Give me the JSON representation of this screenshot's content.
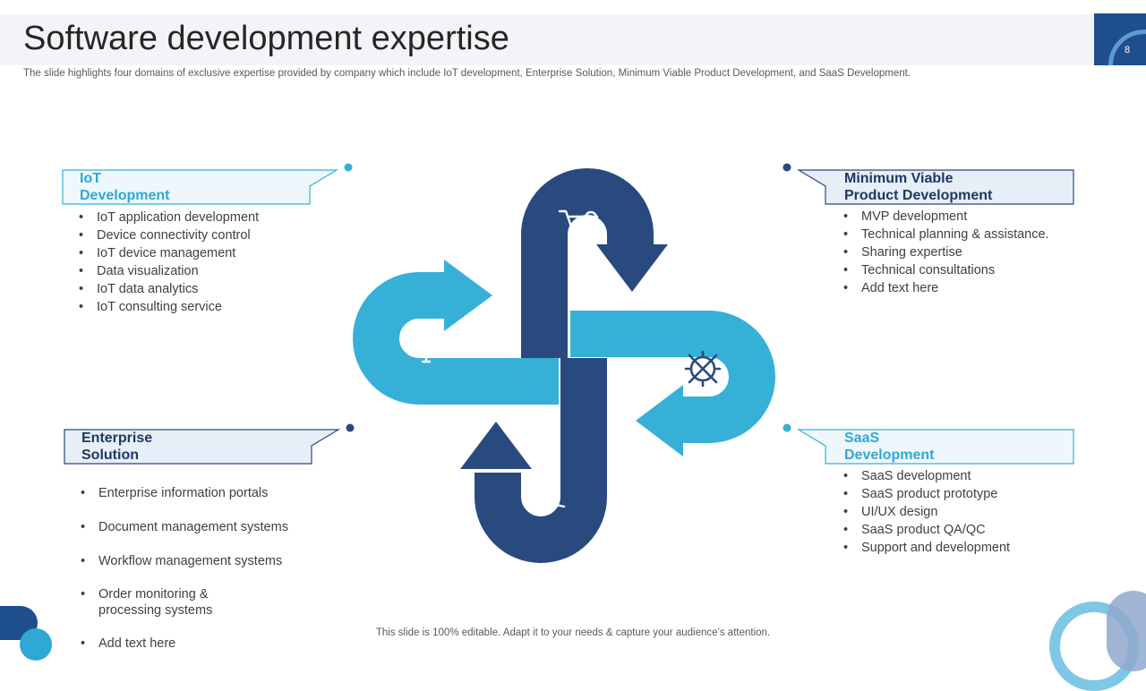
{
  "header": {
    "title": "Software development expertise",
    "subtitle": "The slide highlights four domains of exclusive expertise provided by company which include IoT development, Enterprise Solution, Minimum Viable Product Development, and SaaS Development.",
    "page_number": "8"
  },
  "colors": {
    "dark_blue": "#284a7e",
    "light_blue": "#37b0d8",
    "box_light_fill": "#eef8fc",
    "box_dark_fill": "#e7eef7"
  },
  "icons": {
    "top": "shopping-cart-search-icon",
    "left": "gear-brain-bulb-icon",
    "right": "wrench-screwdriver-gear-icon",
    "bottom": "lightbulb-magnifier-icon"
  },
  "sections": {
    "iot": {
      "title": "IoT\nDevelopment",
      "items": [
        "IoT application development",
        "Device connectivity control",
        "IoT device management",
        "Data visualization",
        "IoT data analytics",
        "IoT consulting service"
      ]
    },
    "mvp": {
      "title": "Minimum Viable\nProduct Development",
      "items": [
        "MVP development",
        "Technical planning & assistance.",
        "Sharing expertise",
        "Technical consultations",
        "Add text here"
      ]
    },
    "enterprise": {
      "title": "Enterprise\nSolution",
      "items": [
        "Enterprise information portals",
        "Document management systems",
        "Workflow management systems",
        "Order monitoring &\nprocessing systems",
        "Add text here"
      ]
    },
    "saas": {
      "title": "SaaS\nDevelopment",
      "items": [
        "SaaS development",
        "SaaS product prototype",
        "UI/UX design",
        "SaaS product QA/QC",
        "Support and development"
      ]
    }
  },
  "footer": {
    "text": "This slide is 100% editable. Adapt it to your needs & capture your audience’s attention."
  }
}
